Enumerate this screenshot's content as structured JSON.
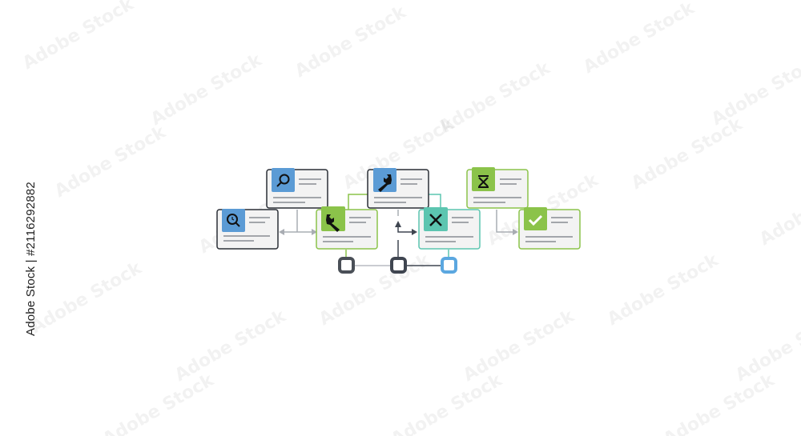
{
  "watermark": {
    "text": "Adobe Stock"
  },
  "side_caption": "Adobe Stock | #2116292882",
  "colors": {
    "blue": "#5b9bd5",
    "green": "#8bc34a",
    "teal": "#5cc5b0",
    "dark": "#2b2f36",
    "grey_connector": "#a9adb3",
    "dark_connector": "#3f4550",
    "sky": "#5ba7e0"
  },
  "cards": [
    {
      "id": "inspect",
      "icon": "magnifier-clock-icon",
      "theme": "blue",
      "border": "dark"
    },
    {
      "id": "search",
      "icon": "magnifier-icon",
      "theme": "blue",
      "border": "dark"
    },
    {
      "id": "maintain",
      "icon": "wrench-icon",
      "theme": "green",
      "border": "green"
    },
    {
      "id": "repair",
      "icon": "wrench-icon",
      "theme": "blue",
      "border": "dark"
    },
    {
      "id": "reject",
      "icon": "cross-icon",
      "theme": "teal",
      "border": "teal"
    },
    {
      "id": "hold",
      "icon": "hourglass-icon",
      "theme": "green",
      "border": "green"
    },
    {
      "id": "approve",
      "icon": "check-icon",
      "theme": "green",
      "border": "green"
    }
  ],
  "nodes": [
    {
      "id": "node-1",
      "style": "dark"
    },
    {
      "id": "node-2",
      "style": "dark"
    },
    {
      "id": "node-3",
      "style": "sky"
    }
  ]
}
